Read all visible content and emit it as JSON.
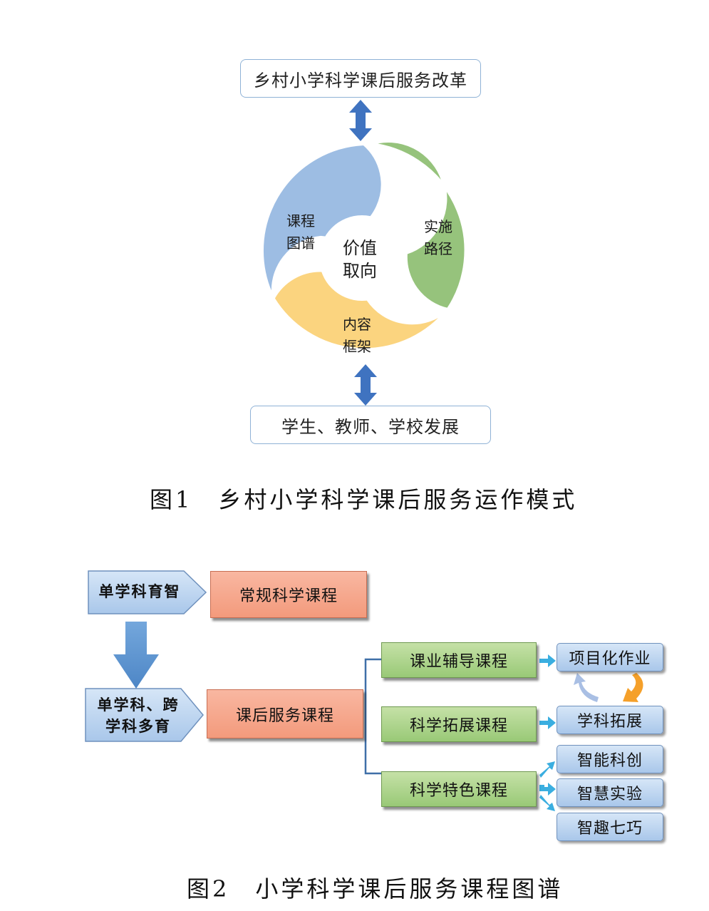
{
  "figure1": {
    "top_box": "乡村小学科学课后服务改革",
    "bottom_box": "学生、教师、学校发展",
    "segments": {
      "blue": [
        "课程",
        "图谱"
      ],
      "green": [
        "实施",
        "路径"
      ],
      "yellow": [
        "内容",
        "框架"
      ]
    },
    "center": [
      "价值",
      "取向"
    ],
    "caption": "图1　乡村小学科学课后服务运作模式",
    "colors": {
      "blue": "#9dbde3",
      "green": "#96c37c",
      "yellow": "#fbd47f",
      "arrow": "#3f73c0"
    }
  },
  "figure2": {
    "left_top": "单学科育智",
    "left_bottom": [
      "单学科、跨",
      "学科多育"
    ],
    "regular_course": "常规科学课程",
    "after_school_course": "课后服务课程",
    "branches": [
      "课业辅导课程",
      "科学拓展课程",
      "科学特色课程"
    ],
    "right_items": [
      "项目化作业",
      "学科拓展",
      "智能科创",
      "智慧实验",
      "智趣七巧"
    ],
    "caption": "图2　小学科学课后服务课程图谱",
    "colors": {
      "salmon": "#f5a488",
      "green": "#a9d28a",
      "light_blue": "#bcd5f0",
      "arrow_blue": "#3aaee0",
      "cycle_orange": "#f5a02a"
    }
  }
}
